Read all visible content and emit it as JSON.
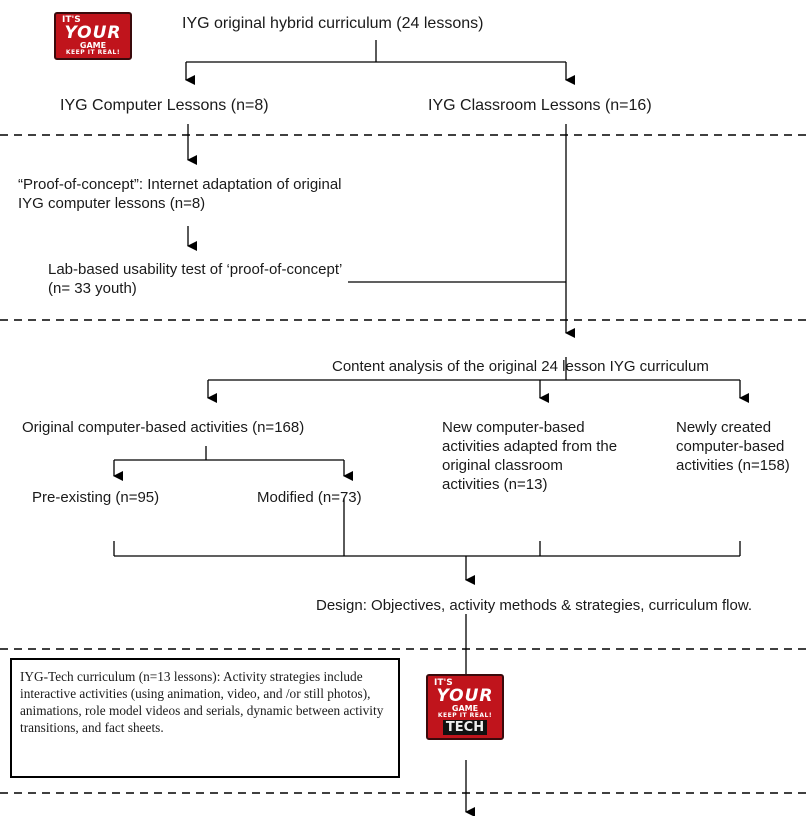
{
  "nodes": {
    "original": "IYG  original hybrid curriculum (24 lessons)",
    "computer_lessons": "IYG Computer Lessons (n=8)",
    "classroom_lessons": "IYG Classroom Lessons (n=16)",
    "proof_of_concept": "“Proof-of-concept”: Internet adaptation of original  IYG computer lessons (n=8)",
    "usability_test": "Lab-based usability test  of ‘proof-of-concept’ (n= 33 youth)",
    "content_analysis": "Content analysis of the original 24 lesson IYG curriculum",
    "original_activities": "Original computer-based activities (n=168)",
    "new_adapted": "New computer-based activities adapted from the original classroom activities (n=13)",
    "newly_created": "Newly created computer-based activities (n=158)",
    "pre_existing": "Pre-existing (n=95)",
    "modified": "Modified (n=73)",
    "design": "Design: Objectives, activity methods & strategies, curriculum flow.",
    "tech_curriculum": "IYG-Tech curriculum (n=13 lessons): Activity strategies include interactive activities (using animation, video, and /or still photos), animations, role model videos and  serials, dynamic between activity transitions, and fact sheets."
  },
  "logo": {
    "line1": "IT'S",
    "line2": "YOUR",
    "line3": "GAME",
    "line4": "KEEP IT REAL!",
    "line5": "TECH"
  }
}
